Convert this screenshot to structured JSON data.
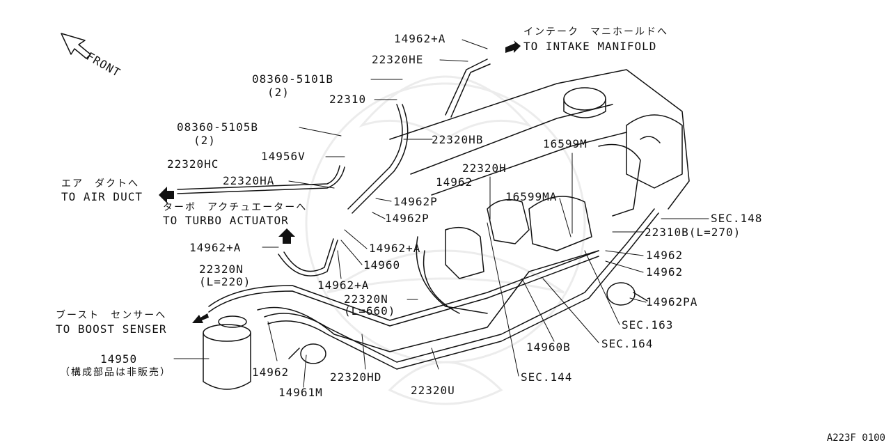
{
  "front_label": "FRONT",
  "directions": {
    "intake_jp": "インテーク　マニホールドへ",
    "intake_en": "TO INTAKE MANIFOLD",
    "airduct_jp": "エア　ダクトへ",
    "airduct_en": "TO AIR DUCT",
    "turbo_jp": "ターボ　アクチュエーターへ",
    "turbo_en": "TO TURBO ACTUATOR",
    "boost_jp": "ブースト　センサーへ",
    "boost_en": "TO BOOST SENSER"
  },
  "parts": {
    "p14962a_top": "14962+A",
    "p22320HE": "22320HE",
    "p08360_5101B": "08360-5101B",
    "qty_5101": "(2)",
    "p22310": "22310",
    "p08360_5105B": "08360-5105B",
    "qty_5105": "(2)",
    "p22320HB": "22320HB",
    "p14956V": "14956V",
    "p22320HC": "22320HC",
    "p22320HA": "22320HA",
    "p14962_mid": "14962",
    "p22320H": "22320H",
    "p16599M": "16599M",
    "p16599MA": "16599MA",
    "p14962P_1": "14962P",
    "p14962P_2": "14962P",
    "sec148": "SEC.148",
    "p22310B": "22310B(L=270)",
    "p14962_r1": "14962",
    "p14962_r2": "14962",
    "p14962a_left": "14962+A",
    "p14962a_mid": "14962+A",
    "p14960": "14960",
    "p22320N_left": "22320N",
    "p22320N_left_len": "(L=220)",
    "p14962a_low": "14962+A",
    "p22320N_mid": "22320N",
    "p22320N_mid_len": "(L=660)",
    "p14962PA": "14962PA",
    "sec163": "SEC.163",
    "sec164": "SEC.164",
    "p14960B": "14960B",
    "p14950": "14950",
    "p14950_note": "（構成部品は非販売）",
    "p14962_low": "14962",
    "p22320HD": "22320HD",
    "p22320U": "22320U",
    "sec144": "SEC.144",
    "p14961M": "14961M"
  },
  "drawing_code": "A223F 0100"
}
